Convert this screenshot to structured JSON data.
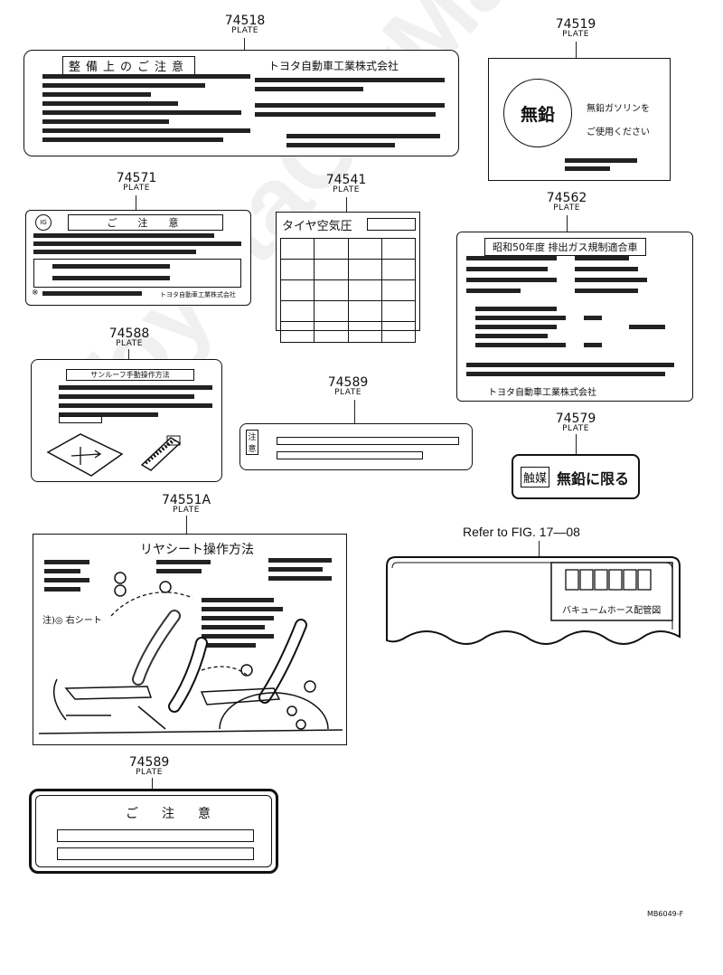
{
  "watermark": "ToyotaCarMart.ru",
  "callouts": [
    {
      "id": "74518",
      "label": "PLATE"
    },
    {
      "id": "74519",
      "label": "PLATE"
    },
    {
      "id": "74571",
      "label": "PLATE"
    },
    {
      "id": "74541",
      "label": "PLATE"
    },
    {
      "id": "74562",
      "label": "PLATE"
    },
    {
      "id": "74588",
      "label": "PLATE"
    },
    {
      "id": "74589",
      "label": "PLATE"
    },
    {
      "id": "74579",
      "label": "PLATE"
    },
    {
      "id": "74551A",
      "label": "PLATE"
    },
    {
      "id": "74589",
      "label": "PLATE"
    }
  ],
  "plates": {
    "p74518": {
      "title": "整備上のご注意",
      "maker": "トヨタ自動車工業株式会社"
    },
    "p74519": {
      "circle": "無鉛",
      "line1": "無鉛ガソリンを",
      "line2": "ご使用ください"
    },
    "p74571": {
      "title": "ご　注　意",
      "maker": "トヨタ自動車工業株式会社",
      "note": "※"
    },
    "p74541": {
      "title": "タイヤ空気圧"
    },
    "p74562": {
      "title": "昭和50年度 排出ガス規制適合車",
      "maker": "トヨタ自動車工業株式会社"
    },
    "p74588": {
      "title": "サンルーフ手動操作方法"
    },
    "p74589a": {
      "badge": "注意"
    },
    "p74579": {
      "box": "触媒",
      "text": "無鉛に限る"
    },
    "p74551A": {
      "title": "リヤシート操作方法",
      "note": "注)◎ 右シート"
    },
    "p74589b": {
      "title": "ご　注　意"
    }
  },
  "refer": {
    "text": "Refer to FIG. 17—08",
    "label": "バキュームホース配管図"
  },
  "code": "MB6049-F"
}
